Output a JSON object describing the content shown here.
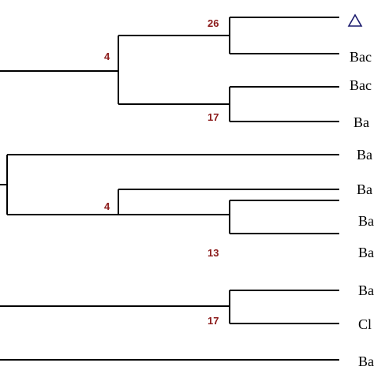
{
  "colors": {
    "branch": "#000000",
    "bootstrap": "#8b1a1a",
    "leaf_text": "#000000",
    "marker": "#1c1c6e"
  },
  "leaves": [
    {
      "label": "",
      "marker": "open-triangle-icon"
    },
    {
      "label": "Bac"
    },
    {
      "label": "Bac"
    },
    {
      "label": "Ba"
    },
    {
      "label": "Ba"
    },
    {
      "label": "Ba"
    },
    {
      "label": "Ba"
    },
    {
      "label": "Ba"
    },
    {
      "label": "Ba"
    },
    {
      "label": "Cl"
    },
    {
      "label": "Ba"
    }
  ],
  "bootstrap_values": [
    "26",
    "4",
    "17",
    "4",
    "13",
    "17"
  ]
}
